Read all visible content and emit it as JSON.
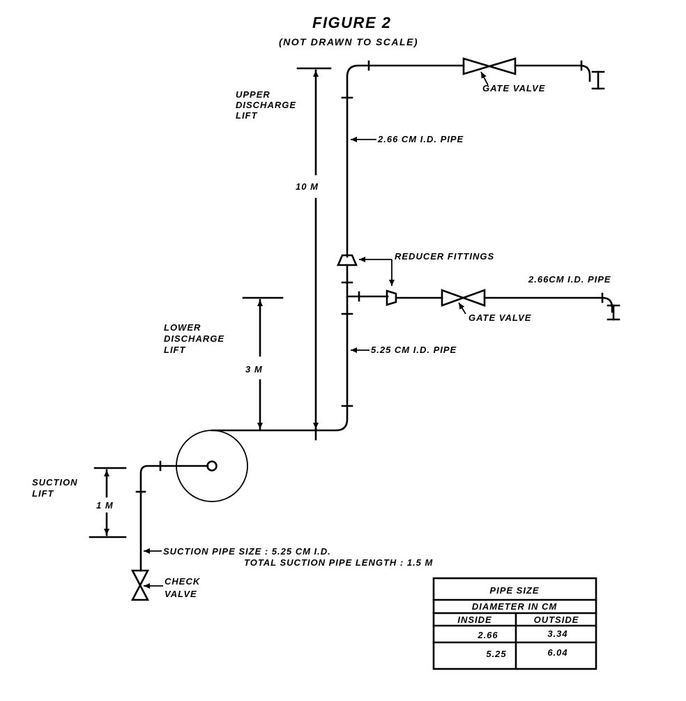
{
  "figure": {
    "title": "FIGURE 2",
    "subtitle": "(NOT DRAWN TO SCALE)"
  },
  "dimensions": {
    "upper_discharge_lift": {
      "label_lines": [
        "UPPER",
        "DISCHARGE",
        "LIFT"
      ],
      "value": "10 M"
    },
    "lower_discharge_lift": {
      "label_lines": [
        "LOWER",
        "DISCHARGE",
        "LIFT"
      ],
      "value": "3 M"
    },
    "suction_lift": {
      "label_lines": [
        "SUCTION",
        "LIFT"
      ],
      "value": "1 M"
    }
  },
  "components": {
    "upper_gate_valve": "GATE VALVE",
    "lower_gate_valve": "GATE VALVE",
    "reducer_fittings": "REDUCER FITTINGS",
    "check_valve_lines": [
      "CHECK",
      "VALVE"
    ],
    "pump": "pump"
  },
  "pipe_labels": {
    "upper_riser": "2.66 CM I.D. PIPE",
    "branch": "2.66CM I.D. PIPE",
    "lower_riser": "5.25 CM I.D. PIPE",
    "suction_size": "SUCTION  PIPE SIZE : 5.25  CM I.D.",
    "suction_length": "TOTAL  SUCTION  PIPE  LENGTH : 1.5 M"
  },
  "pipe_size_table": {
    "title": "PIPE  SIZE",
    "subtitle": "DIAMETER  IN  CM",
    "columns": [
      "INSIDE",
      "OUTSIDE"
    ],
    "rows": [
      [
        "2.66",
        "3.34"
      ],
      [
        "5.25",
        "6.04"
      ]
    ]
  }
}
